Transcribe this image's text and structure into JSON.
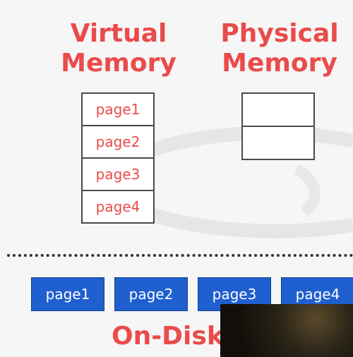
{
  "virtual_memory": {
    "title_line1": "Virtual",
    "title_line2": "Memory",
    "pages": [
      "page1",
      "page2",
      "page3",
      "page4"
    ]
  },
  "physical_memory": {
    "title_line1": "Physical",
    "title_line2": "Memory",
    "slots": [
      "",
      ""
    ]
  },
  "on_disk": {
    "label": "On-Disk",
    "pages": [
      "page1",
      "page2",
      "page3",
      "page4"
    ]
  },
  "colors": {
    "heading": "#ea4b4b",
    "disk_page_fill": "#1f5fcf",
    "cell_border": "#4a4a4a",
    "background": "#f6f6f6"
  }
}
